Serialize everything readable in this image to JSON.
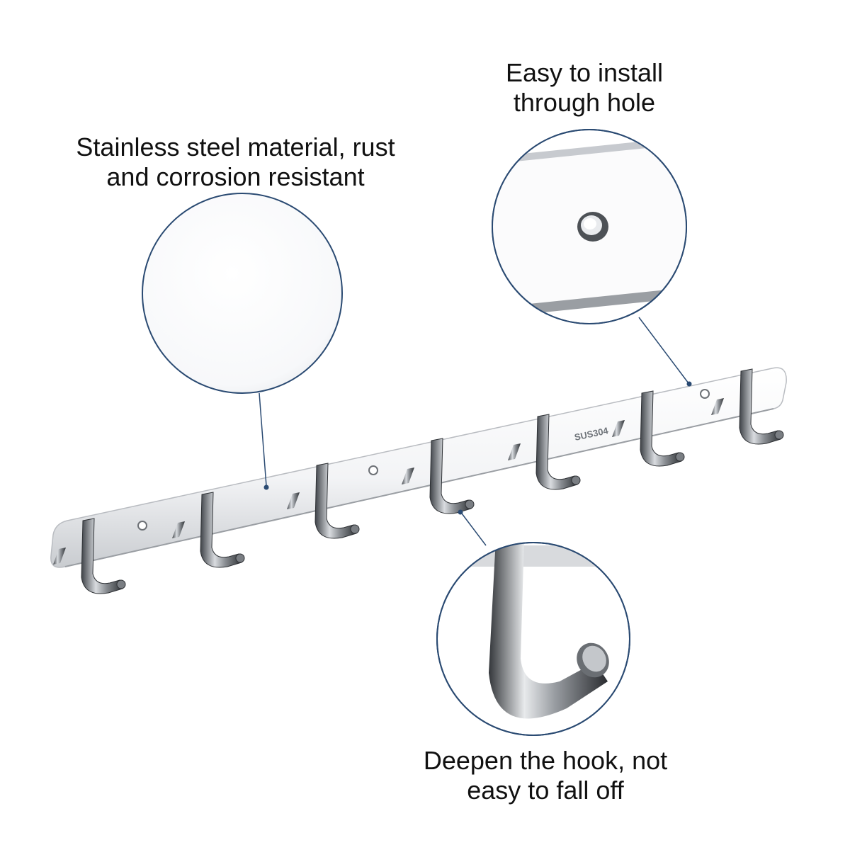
{
  "captions": {
    "material": {
      "line1": "Stainless steel material, rust",
      "line2": "and corrosion resistant"
    },
    "install": {
      "line1": "Easy to install",
      "line2": "through hole"
    },
    "hook": {
      "line1": "Deepen the hook, not",
      "line2": "easy to fall off"
    }
  },
  "rail_marking": "SUS304",
  "colors": {
    "callout": "#2a4a72",
    "steel_light": "#f4f5f7",
    "steel_dark": "#5a5e63",
    "text": "#111111"
  }
}
